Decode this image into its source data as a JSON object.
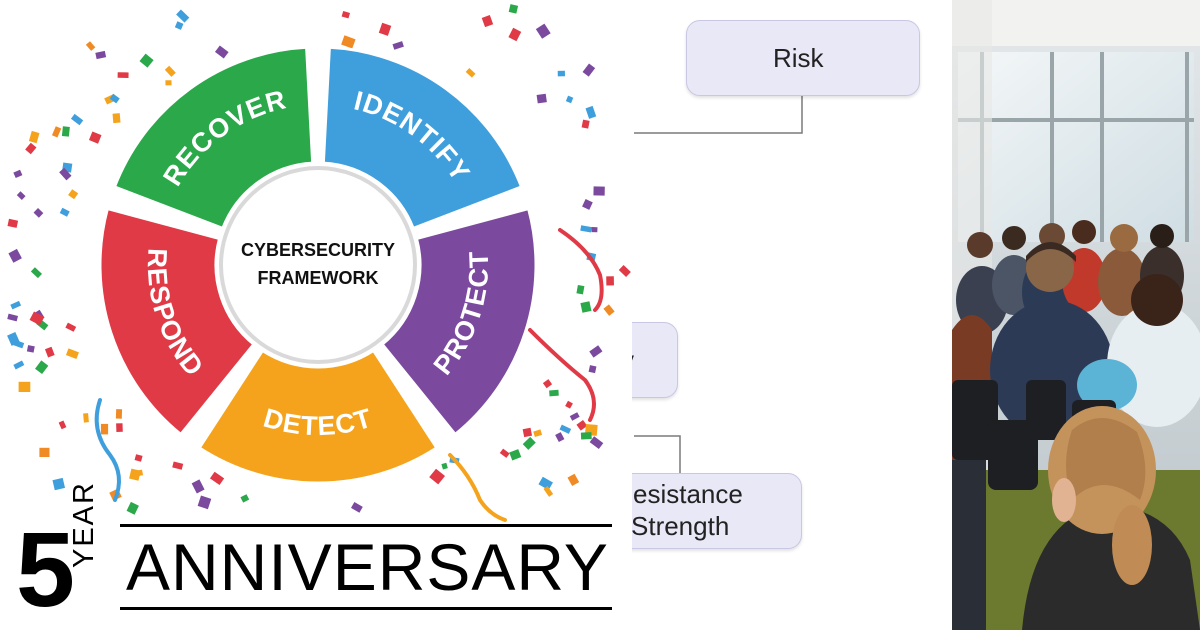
{
  "framework": {
    "center_line1": "CYBERSECURITY",
    "center_line2": "FRAMEWORK",
    "segments": [
      {
        "label": "IDENTIFY",
        "color": "#3f9fdc"
      },
      {
        "label": "PROTECT",
        "color": "#7b4a9e"
      },
      {
        "label": "DETECT",
        "color": "#f5a31c"
      },
      {
        "label": "RESPOND",
        "color": "#e03a47"
      },
      {
        "label": "RECOVER",
        "color": "#2aa84a"
      }
    ]
  },
  "anniversary": {
    "number": "5",
    "year_label": "YEAR",
    "word": "ANNIVERSARY"
  },
  "org_chart": {
    "boxes": [
      {
        "text": "Risk"
      },
      {
        "text": "y"
      },
      {
        "line1": "esistance",
        "line2": "Strength"
      }
    ],
    "box_fill": "#e9e8f6"
  },
  "photo": {
    "subject": "audience-seated-in-conference-room"
  }
}
